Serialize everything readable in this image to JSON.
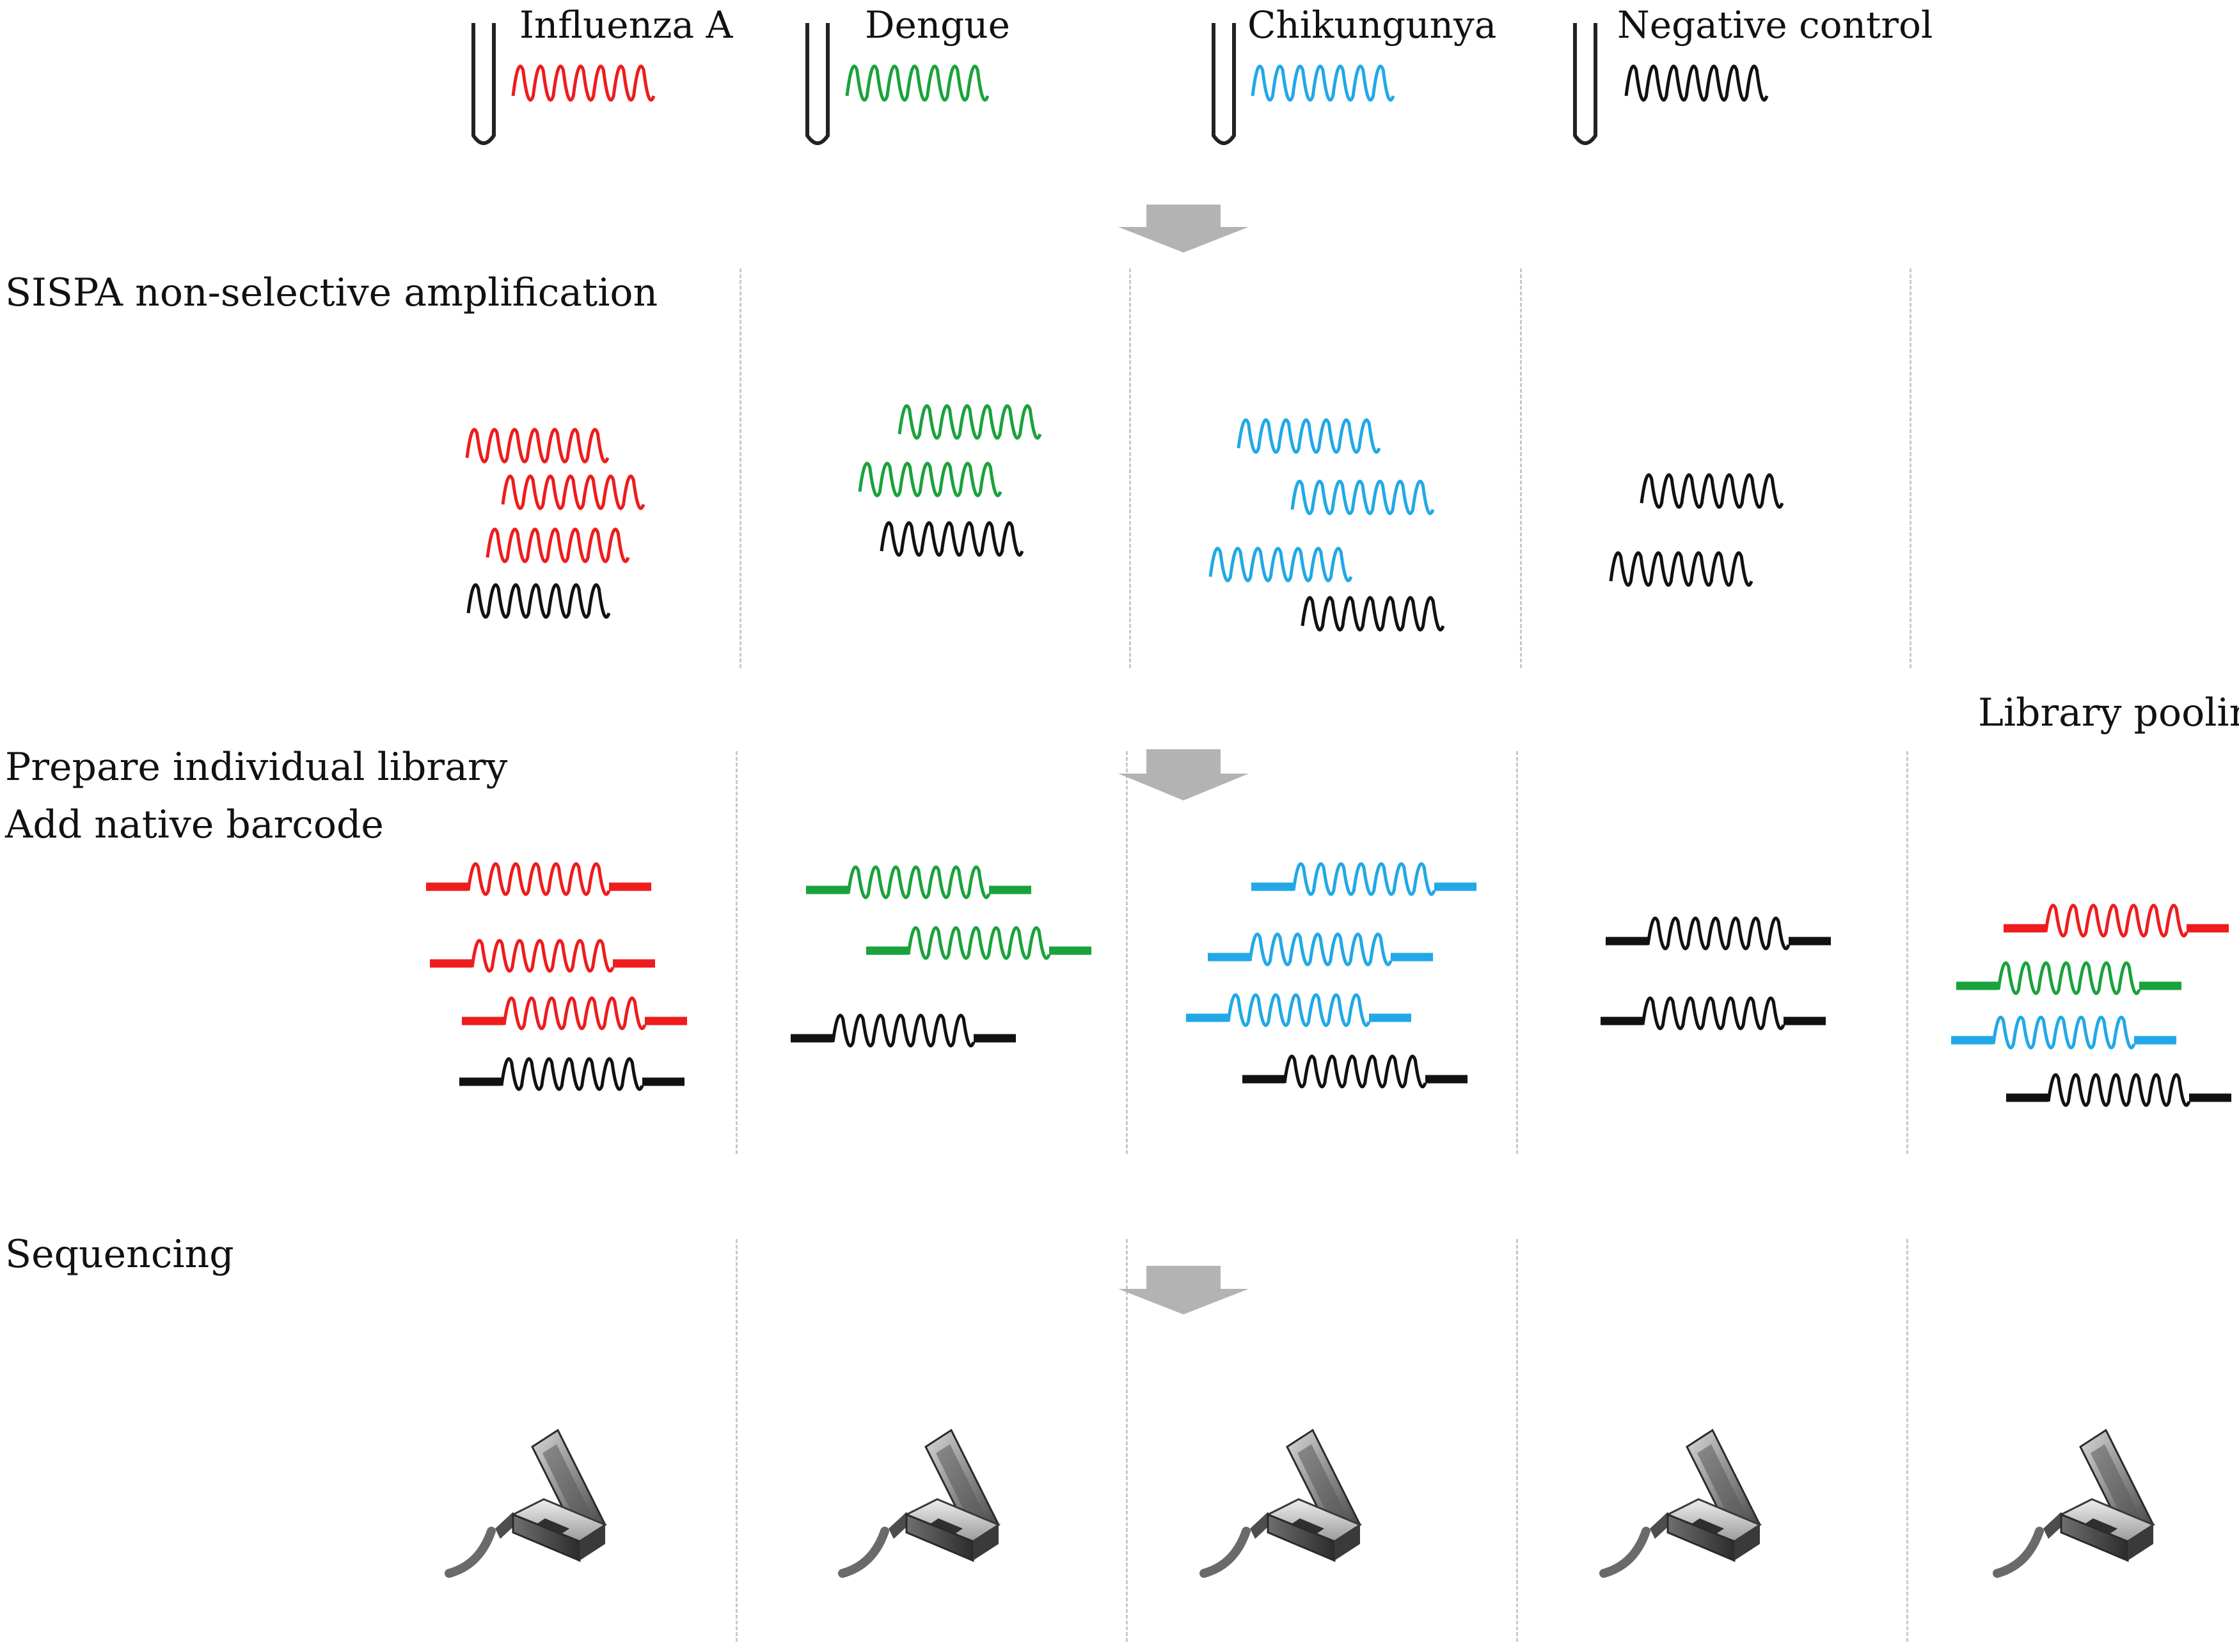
{
  "samples": [
    {
      "name": "Influenza A",
      "color": "#ee1c1c"
    },
    {
      "name": "Dengue",
      "color": "#1aa23c"
    },
    {
      "name": "Chikungunya",
      "color": "#22a8e6"
    },
    {
      "name": "Negative control",
      "color": "#111111"
    }
  ],
  "steps": {
    "amplification": "SISPA non-selective amplification",
    "library_line1": "Prepare individual library",
    "library_line2": "Add native barcode",
    "pooling": "Library pooling",
    "sequencing": "Sequencing"
  },
  "colors": {
    "influenza": "#ee1c1c",
    "dengue": "#1aa23c",
    "chikungunya": "#22a8e6",
    "negative": "#111111",
    "arrow": "#b3b3b3",
    "divider": "#c9c9c9"
  },
  "icons": {
    "tube": "test-tube-icon",
    "arrow": "down-arrow-icon",
    "sequencer": "minion-sequencer-icon"
  }
}
